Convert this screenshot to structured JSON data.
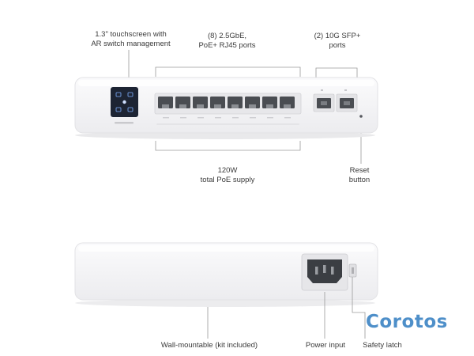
{
  "front": {
    "touchscreen_label": [
      "1.3\" touchscreen with",
      "AR switch management"
    ],
    "rj45_label": [
      "(8) 2.5GbE,",
      "PoE+ RJ45 ports"
    ],
    "sfp_label": [
      "(2) 10G SFP+",
      "ports"
    ],
    "poe_label": [
      "120W",
      "total PoE supply"
    ],
    "reset_label": [
      "Reset",
      "button"
    ]
  },
  "back": {
    "wall_mount_label": "Wall-mountable (kit included)",
    "power_label": "Power input",
    "latch_label": "Safety latch"
  },
  "watermark": "Corotos",
  "colors": {
    "device": "#f7f7f8",
    "screen": "#1d2433",
    "port": "#4a4d52",
    "leader_line": "#9a9a9a",
    "watermark": "#4e8fc9"
  }
}
